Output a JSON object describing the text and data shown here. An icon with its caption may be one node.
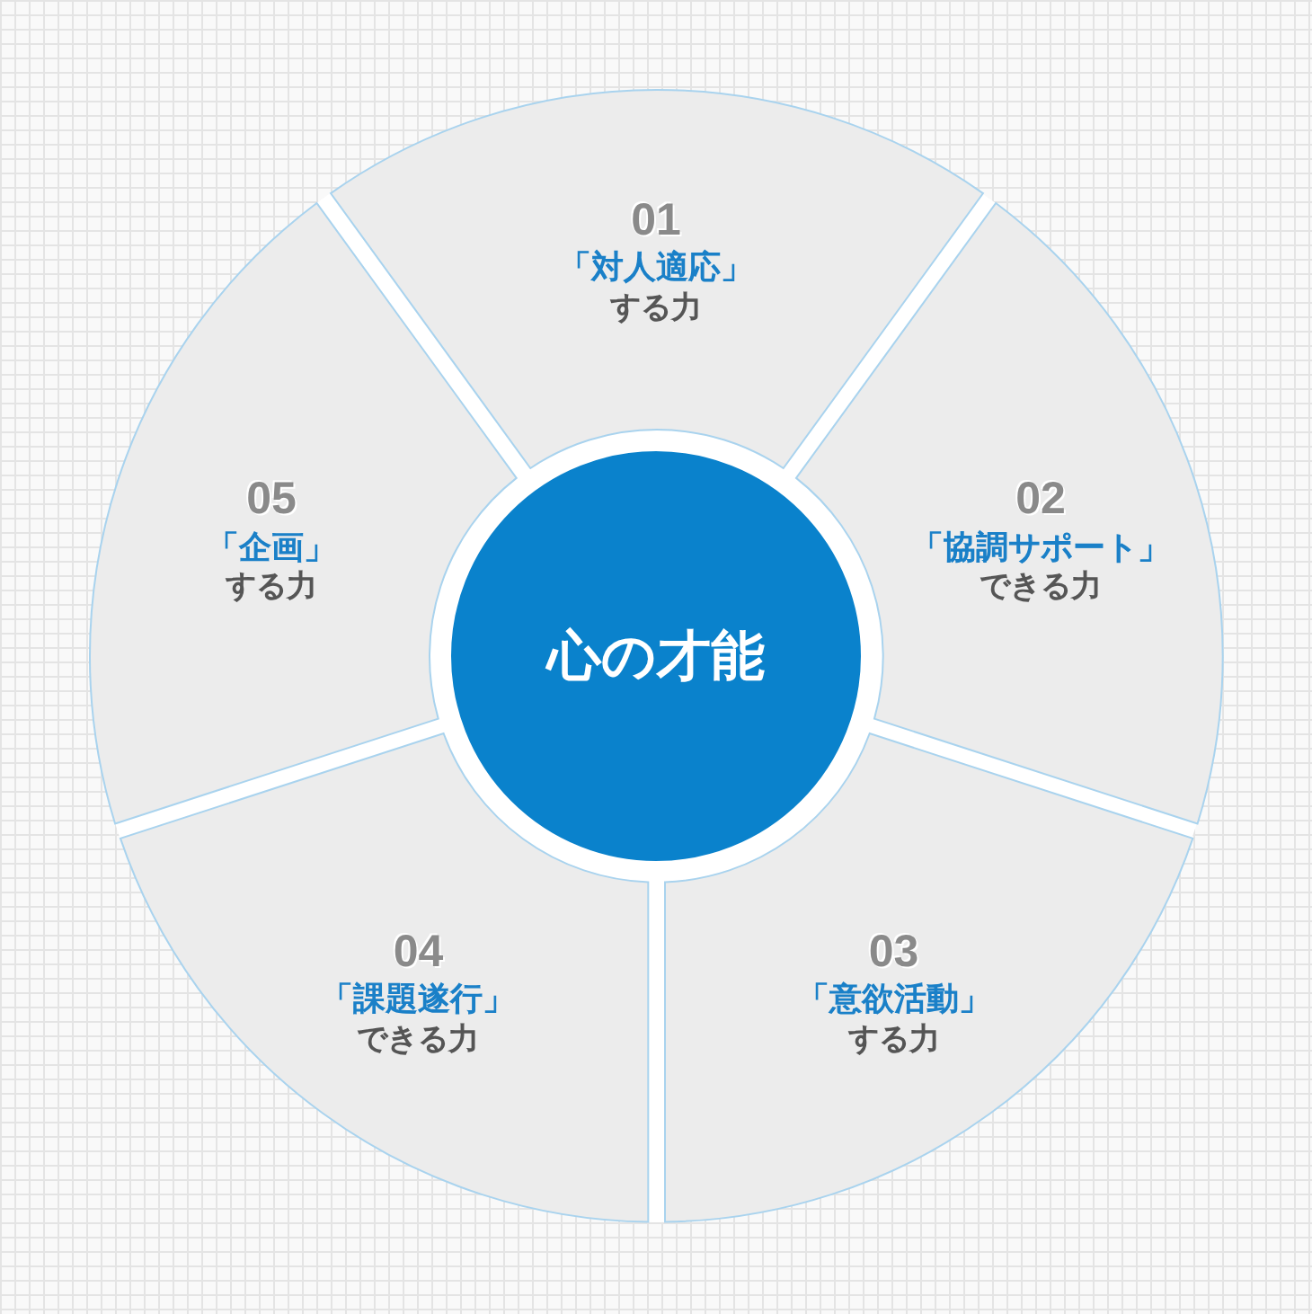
{
  "diagram": {
    "nodes": [
      {
        "text": [
          "心の才能"
        ]
      },
      {
        "text": [
          "01",
          "「対人適応」",
          "する力"
        ]
      },
      {
        "text": [
          "02",
          "「協調サポート」",
          "できる力"
        ]
      },
      {
        "text": [
          "03",
          "「意欲活動」",
          "する力"
        ]
      },
      {
        "text": [
          "04",
          "「課題遂行」",
          "できる力"
        ]
      },
      {
        "text": [
          "05",
          "「企画」",
          "する力"
        ]
      }
    ]
  }
}
